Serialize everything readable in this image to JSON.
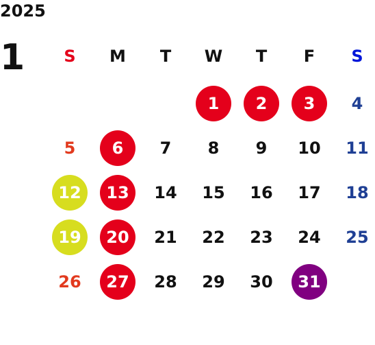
{
  "year": "2025",
  "month": "1",
  "weekdays": [
    {
      "label": "S",
      "color": "#e4001b"
    },
    {
      "label": "M",
      "color": "#111111"
    },
    {
      "label": "T",
      "color": "#111111"
    },
    {
      "label": "W",
      "color": "#111111"
    },
    {
      "label": "T",
      "color": "#111111"
    },
    {
      "label": "F",
      "color": "#111111"
    },
    {
      "label": "S",
      "color": "#0016d9"
    }
  ],
  "days": [
    {
      "label": "",
      "column": 1
    },
    {
      "label": "",
      "column": 2
    },
    {
      "label": "",
      "column": 3
    },
    {
      "label": "1",
      "color": "#ffffff",
      "bg": "#e4001b"
    },
    {
      "label": "2",
      "color": "#ffffff",
      "bg": "#e4001b"
    },
    {
      "label": "3",
      "color": "#ffffff",
      "bg": "#e4001b"
    },
    {
      "label": "4",
      "color": "#1f3f94"
    },
    {
      "label": "5",
      "color": "#e23a1e"
    },
    {
      "label": "6",
      "color": "#ffffff",
      "bg": "#e4001b"
    },
    {
      "label": "7",
      "color": "#111111"
    },
    {
      "label": "8",
      "color": "#111111"
    },
    {
      "label": "9",
      "color": "#111111"
    },
    {
      "label": "10",
      "color": "#111111"
    },
    {
      "label": "11",
      "color": "#1f3f94"
    },
    {
      "label": "12",
      "color": "#ffffff",
      "bg": "#d7dd1f"
    },
    {
      "label": "13",
      "color": "#ffffff",
      "bg": "#e4001b"
    },
    {
      "label": "14",
      "color": "#111111"
    },
    {
      "label": "15",
      "color": "#111111"
    },
    {
      "label": "16",
      "color": "#111111"
    },
    {
      "label": "17",
      "color": "#111111"
    },
    {
      "label": "18",
      "color": "#1f3f94"
    },
    {
      "label": "19",
      "color": "#ffffff",
      "bg": "#d7dd1f"
    },
    {
      "label": "20",
      "color": "#ffffff",
      "bg": "#e4001b"
    },
    {
      "label": "21",
      "color": "#111111"
    },
    {
      "label": "22",
      "color": "#111111"
    },
    {
      "label": "23",
      "color": "#111111"
    },
    {
      "label": "24",
      "color": "#111111"
    },
    {
      "label": "25",
      "color": "#1f3f94"
    },
    {
      "label": "26",
      "color": "#e23a1e"
    },
    {
      "label": "27",
      "color": "#ffffff",
      "bg": "#e4001b"
    },
    {
      "label": "28",
      "color": "#111111"
    },
    {
      "label": "29",
      "color": "#111111"
    },
    {
      "label": "30",
      "color": "#111111"
    },
    {
      "label": "31",
      "color": "#ffffff",
      "bg": "#800080"
    }
  ]
}
